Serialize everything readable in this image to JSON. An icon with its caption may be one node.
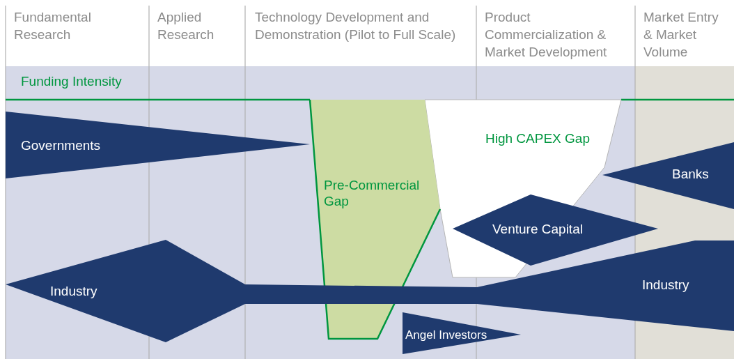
{
  "diagram": {
    "nodes": [
      {
        "text": [
          "Governments"
        ]
      },
      {
        "text": [
          "High CAPEX Gap"
        ]
      },
      {
        "text": [
          "Pre-Commercial Gap"
        ]
      },
      {
        "text": [
          "Banks"
        ]
      },
      {
        "text": [
          "Venture Capital"
        ]
      },
      {
        "text": [
          "Industry"
        ]
      },
      {
        "text": [
          "Industry"
        ]
      },
      {
        "text": [
          "Angel Investors"
        ]
      }
    ],
    "edges": [],
    "labels": [
      "Fundamental Research",
      "Applied Research",
      "Technology Development and Demonstration (Pilot to Full Scale)",
      "Product Commercialization & Market Development",
      "Market Entry & Market Volume",
      "Funding Intensity"
    ]
  }
}
